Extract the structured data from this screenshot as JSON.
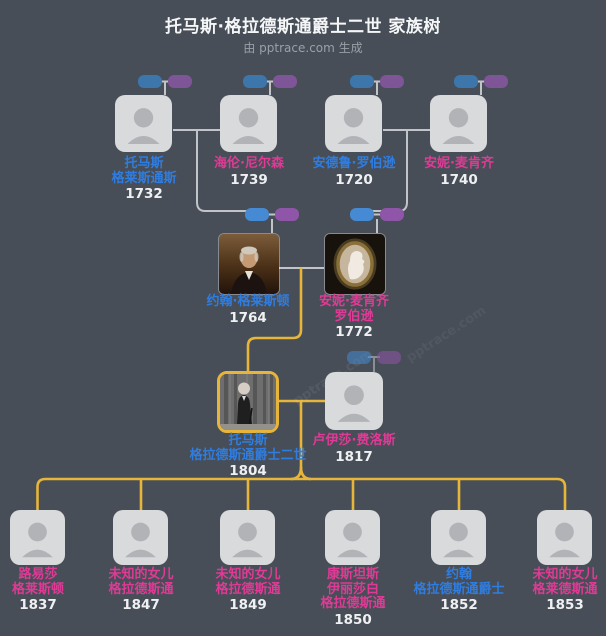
{
  "header": {
    "title": "托马斯·格拉德斯通爵士二世 家族树",
    "subtitle": "由 pptrace.com 生成",
    "watermark": "pptrace.com"
  },
  "colors": {
    "background": "#474e57",
    "male_name": "#2f7de0",
    "female_name": "#e03a96",
    "year_text": "#eef0f2",
    "line_gray": "#ccd0d4",
    "line_gold": "#e7b53a",
    "root_highlight_border": "#e7b53a",
    "father_link_icon": "#3d76aa",
    "mother_link_icon": "#7e5596",
    "father_link_icon_bright": "#458ad2",
    "mother_link_icon_bright": "#8f55a8",
    "avatar_card": "#d9dadc",
    "avatar_silhouette": "#b1b3b6"
  },
  "icons": {
    "father_link": "father-link-icon",
    "mother_link": "mother-link-icon",
    "placeholder": "person-placeholder-icon"
  },
  "people": {
    "gen1": [
      {
        "name_lines": [
          "托马斯",
          "格莱斯通斯"
        ],
        "year": "1732",
        "gender": "male"
      },
      {
        "name_lines": [
          "海伦·尼尔森"
        ],
        "year": "1739",
        "gender": "female"
      },
      {
        "name_lines": [
          "安德鲁·罗伯逊"
        ],
        "year": "1720",
        "gender": "male"
      },
      {
        "name_lines": [
          "安妮·麦肯齐"
        ],
        "year": "1740",
        "gender": "female"
      }
    ],
    "gen2": [
      {
        "name_lines": [
          "约翰·格莱斯顿"
        ],
        "year": "1764",
        "gender": "male",
        "portrait": "oil-painting-portrait"
      },
      {
        "name_lines": [
          "安妮·麦肯齐",
          "罗伯逊"
        ],
        "year": "1772",
        "gender": "female",
        "portrait": "cameo-photo"
      }
    ],
    "gen3": [
      {
        "name_lines": [
          "托马斯",
          "格拉德斯通爵士二世"
        ],
        "year": "1804",
        "gender": "male",
        "portrait": "bw-photo",
        "root": true
      },
      {
        "name_lines": [
          "卢伊莎·费洛斯"
        ],
        "year": "1817",
        "gender": "female"
      }
    ],
    "gen4": [
      {
        "name_lines": [
          "路易莎",
          "格莱斯顿"
        ],
        "year": "1837",
        "gender": "female"
      },
      {
        "name_lines": [
          "未知的女儿",
          "格拉德斯通"
        ],
        "year": "1847",
        "gender": "female"
      },
      {
        "name_lines": [
          "未知的女儿",
          "格拉德斯通"
        ],
        "year": "1849",
        "gender": "female"
      },
      {
        "name_lines": [
          "康斯坦斯",
          "伊丽莎白",
          "格拉德斯通"
        ],
        "year": "1850",
        "gender": "female"
      },
      {
        "name_lines": [
          "约翰",
          "格拉德斯通爵士"
        ],
        "year": "1852",
        "gender": "male"
      },
      {
        "name_lines": [
          "未知的女儿",
          "格莱德斯通"
        ],
        "year": "1853",
        "gender": "female"
      }
    ]
  }
}
